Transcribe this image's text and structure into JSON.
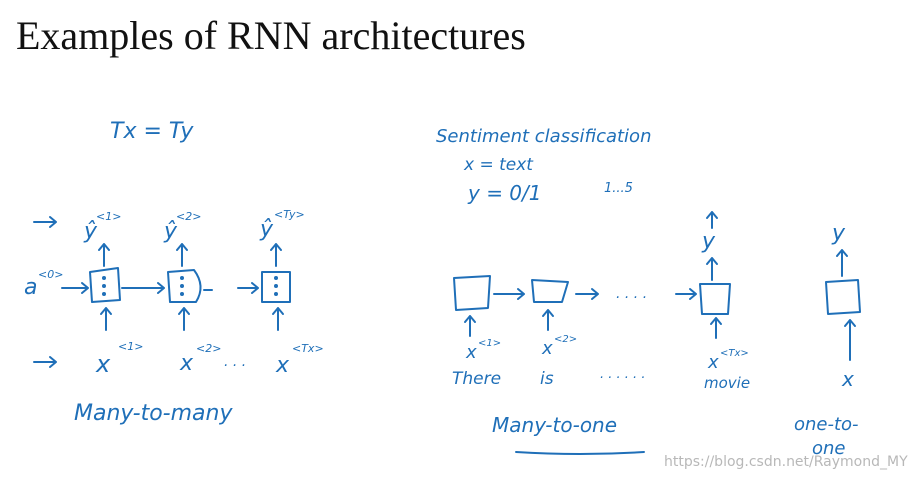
{
  "title": "Examples of RNN architectures",
  "left_panel": {
    "condition": "Tx = Ty",
    "a0_label": "a",
    "a0_sup": "<0>",
    "outputs": [
      {
        "base": "ŷ",
        "sup": "<1>"
      },
      {
        "base": "ŷ",
        "sup": "<2>"
      },
      {
        "base": "ŷ",
        "sup": "<Ty>"
      }
    ],
    "inputs": [
      {
        "base": "x",
        "sup": "<1>"
      },
      {
        "base": "x",
        "sup": "<2>"
      },
      {
        "base": "x",
        "sup": "<Tx>"
      }
    ],
    "ellipsis": ". . .",
    "caption": "Many-to-many"
  },
  "middle_panel": {
    "task": "Sentiment classification",
    "x_def": "x = text",
    "y_def": "y = 0/1",
    "y_range": "1...5",
    "output": "y",
    "inputs": [
      {
        "base": "x",
        "sup": "<1>",
        "word": "There"
      },
      {
        "base": "x",
        "sup": "<2>",
        "word": "is"
      },
      {
        "base": "x",
        "sup": "<Tx>",
        "word": "movie"
      }
    ],
    "ellipsis_arrow": ". . . .",
    "ellipsis_words": ". . . . . .",
    "caption": "Many-to-one"
  },
  "right_panel": {
    "output": "y",
    "input": "x",
    "caption_line1": "one-to-",
    "caption_line2": "one"
  },
  "watermark": "https://blog.csdn.net/Raymond_MY",
  "colors": {
    "ink": "#1f6fb8",
    "title": "#111111",
    "watermark": "#b8b8b8",
    "background": "#ffffff"
  }
}
